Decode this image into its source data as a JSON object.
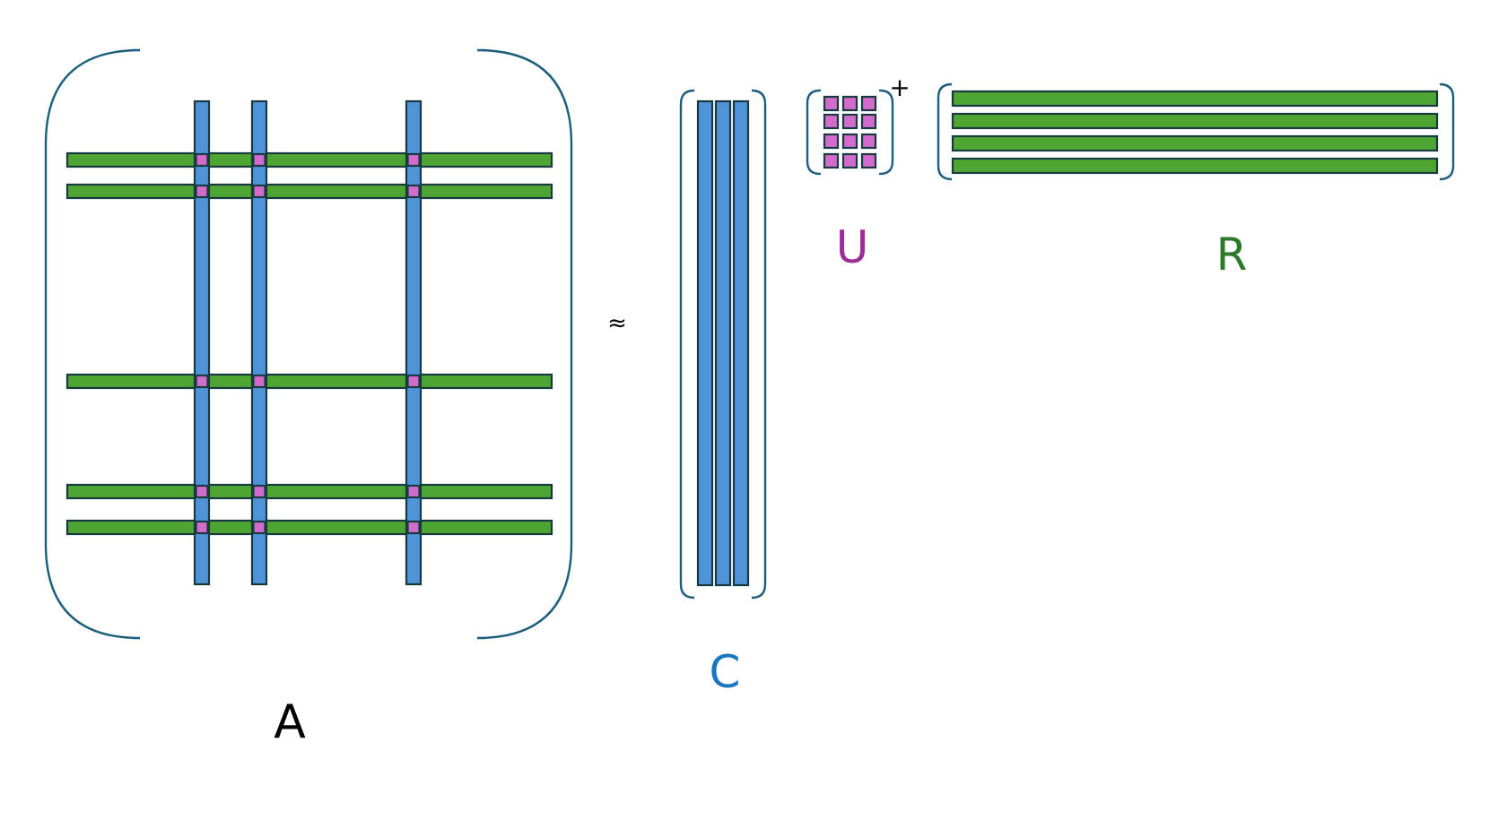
{
  "labels": {
    "A": "A",
    "C": "C",
    "U": "U",
    "R": "R",
    "approx": "≈",
    "pseudo_inverse": "+"
  },
  "colors": {
    "column": "#4f94d8",
    "row": "#4ea532",
    "intersection": "#d36bcc",
    "outline": "#163a3f",
    "bracket": "#1b5e7c",
    "text_A": "#000000",
    "text_C": "#1a76c0",
    "text_U": "#9c2d98",
    "text_R": "#2b7a2b",
    "text_symbol": "#000000"
  },
  "matrix_A": {
    "selected_column_count": 3,
    "selected_row_count": 5
  },
  "matrix_C": {
    "column_count": 3
  },
  "matrix_U": {
    "rows": 4,
    "cols": 3
  },
  "matrix_R": {
    "row_count": 4
  }
}
